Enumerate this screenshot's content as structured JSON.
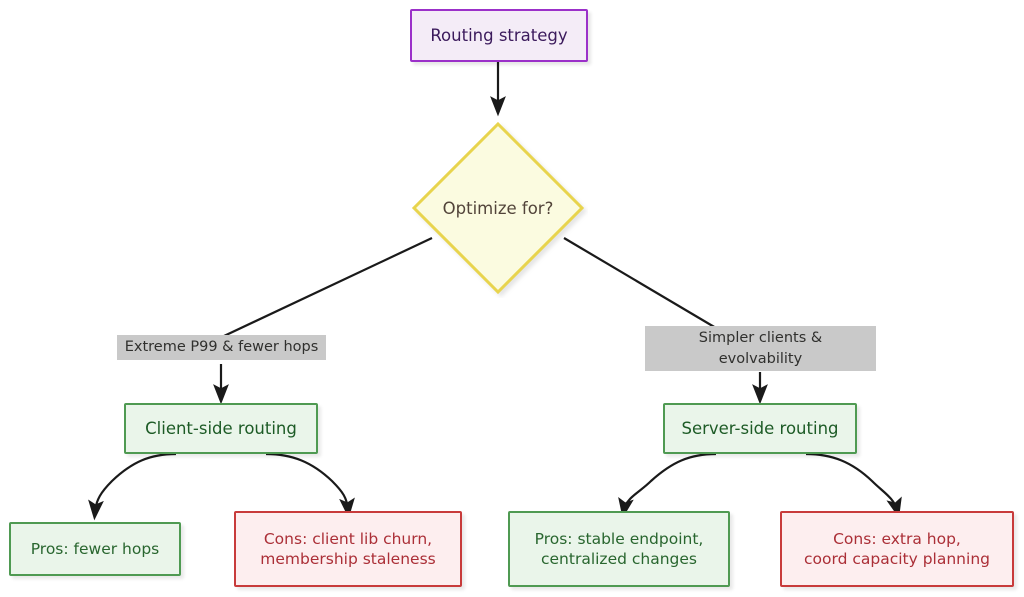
{
  "diagram": {
    "type": "flowchart",
    "direction": "top-down",
    "background": "#ffffff",
    "title": "Routing strategy decision flowchart",
    "nodes": {
      "start": {
        "id": "start",
        "label": "Routing strategy",
        "shape": "rectangle",
        "fill": "#f4ecf7",
        "stroke": "#9b30c9",
        "text_color": "#3b1a5c"
      },
      "decision": {
        "id": "decision",
        "label": "Optimize for?",
        "shape": "diamond",
        "fill": "#fbfbe0",
        "stroke": "#e8d44d",
        "text_color": "#52443a"
      },
      "client_side": {
        "id": "client_side",
        "label": "Client-side routing",
        "shape": "rectangle",
        "fill": "#eaf5ea",
        "stroke": "#4f9a52",
        "text_color": "#1d5b26"
      },
      "server_side": {
        "id": "server_side",
        "label": "Server-side routing",
        "shape": "rectangle",
        "fill": "#eaf5ea",
        "stroke": "#4f9a52",
        "text_color": "#1d5b26"
      },
      "client_pros": {
        "id": "client_pros",
        "label": "Pros: fewer hops",
        "shape": "rectangle",
        "fill": "#eaf5ea",
        "stroke": "#4f9a52",
        "text_color": "#29662f"
      },
      "client_cons": {
        "id": "client_cons",
        "label": "Cons: client lib churn,\nmembership staleness",
        "shape": "rectangle",
        "fill": "#fdeeef",
        "stroke": "#c83b3b",
        "text_color": "#ab2f37"
      },
      "server_pros": {
        "id": "server_pros",
        "label": "Pros: stable endpoint,\ncentralized changes",
        "shape": "rectangle",
        "fill": "#eaf5ea",
        "stroke": "#4f9a52",
        "text_color": "#29662f"
      },
      "server_cons": {
        "id": "server_cons",
        "label": "Cons: extra hop,\ncoord capacity planning",
        "shape": "rectangle",
        "fill": "#fdeeef",
        "stroke": "#c83b3b",
        "text_color": "#ab2f37"
      }
    },
    "edge_labels": {
      "left_branch": "Extreme P99 & fewer hops",
      "right_branch": "Simpler clients &\nevolvability"
    },
    "edges": [
      {
        "from": "start",
        "to": "decision",
        "label": ""
      },
      {
        "from": "decision",
        "to": "client_side",
        "label": "Extreme P99 & fewer hops"
      },
      {
        "from": "decision",
        "to": "server_side",
        "label": "Simpler clients & evolvability"
      },
      {
        "from": "client_side",
        "to": "client_pros",
        "label": ""
      },
      {
        "from": "client_side",
        "to": "client_cons",
        "label": ""
      },
      {
        "from": "server_side",
        "to": "server_pros",
        "label": ""
      },
      {
        "from": "server_side",
        "to": "server_cons",
        "label": ""
      }
    ],
    "edge_style": {
      "stroke": "#1a1a1a",
      "width": 2.2,
      "arrowhead": "filled-triangle"
    }
  }
}
